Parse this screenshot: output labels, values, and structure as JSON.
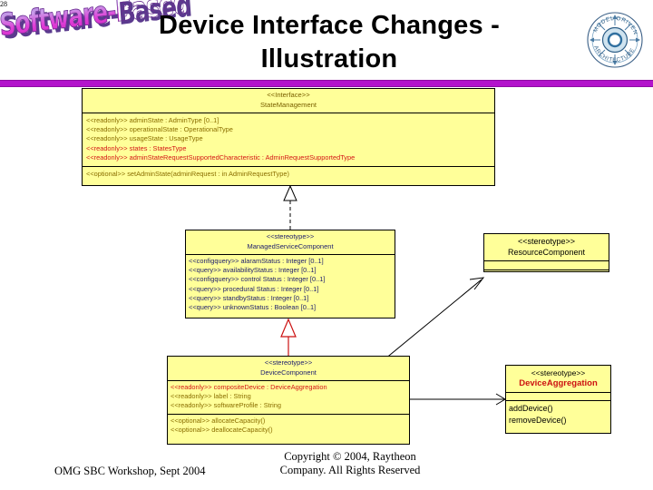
{
  "slide": {
    "title": "Device Interface Changes - Illustration",
    "title_line1": "Device Interface Changes -",
    "title_line2": "Illustration",
    "wordart_label": "Software-Based",
    "divider_color": "#b313cc",
    "page_number": "28"
  },
  "logo": {
    "name": "mda-logo",
    "top_text": "MODEL DRIVEN",
    "bottom_text": "ARCHITECTURE"
  },
  "boxes": {
    "state_management": {
      "stereotype": "<<Interface>>",
      "name": "StateManagement",
      "attributes": [
        {
          "text": "<<readonly>> adminState : AdminType [0..1]",
          "color": "olive"
        },
        {
          "text": "<<readonly>> operationalState : OperationalType",
          "color": "olive"
        },
        {
          "text": "<<readonly>> usageState : UsageType",
          "color": "olive"
        },
        {
          "text": "<<readonly>> states : StatesType",
          "color": "red"
        },
        {
          "text": "<<readonly>> adminStateRequestSupportedCharacteristic : AdminRequestSupportedType",
          "color": "red"
        }
      ],
      "operations": [
        {
          "text": "<<optional>> setAdminState(adminRequest : in AdminRequestType)",
          "color": "olive"
        }
      ]
    },
    "managed_service_component": {
      "stereotype": "<<stereotype>>",
      "name": "ManagedServiceComponent",
      "attributes": [
        {
          "text": "<<configquery>> alaramStatus : Integer [0..1]",
          "color": "navy"
        },
        {
          "text": "<<query>> availabilityStatus : Integer [0..1]",
          "color": "navy"
        },
        {
          "text": "<<configquery>> control Status : Integer [0..1]",
          "color": "navy"
        },
        {
          "text": "<<query>> procedural Status : Integer [0..1]",
          "color": "navy"
        },
        {
          "text": "<<query>> standbyStatus : Integer [0..1]",
          "color": "navy"
        },
        {
          "text": "<<query>> unknownStatus : Boolean [0..1]",
          "color": "navy"
        }
      ],
      "operations": []
    },
    "resource_component": {
      "stereotype": "<<stereotype>>",
      "name": "ResourceComponent",
      "attributes": [],
      "operations": []
    },
    "device_component": {
      "stereotype": "<<stereotype>>",
      "name": "DeviceComponent",
      "attributes": [
        {
          "text": "<<readonly>> compositeDevice : DeviceAggregation",
          "color": "red"
        },
        {
          "text": "<<readonly>> label : String",
          "color": "olive"
        },
        {
          "text": "<<readonly>> softwareProfile : String",
          "color": "olive"
        }
      ],
      "operations": [
        {
          "text": "<<optional>> allocateCapacity()",
          "color": "olive"
        },
        {
          "text": "<<optional>> deallocateCapacity()",
          "color": "olive"
        }
      ]
    },
    "device_aggregation": {
      "stereotype": "<<stereotype>>",
      "name": "DeviceAggregation",
      "attributes": [],
      "operations": [
        {
          "text": "addDevice()",
          "color": "blk"
        },
        {
          "text": "removeDevice()",
          "color": "blk"
        }
      ]
    }
  },
  "connectors": [
    {
      "name": "realization-managed-service-to-state-management",
      "type": "realization-dashed-hollow-triangle"
    },
    {
      "name": "generalization-device-to-managed-service",
      "type": "generalization-hollow-triangle",
      "color": "#cc1111"
    },
    {
      "name": "dependency-device-to-resource-component",
      "type": "open-arrow"
    },
    {
      "name": "association-device-to-device-aggregation",
      "type": "open-arrow"
    }
  ],
  "footer": {
    "left": "OMG SBC Workshop, Sept 2004",
    "center_line1": "Copyright © 2004, Raytheon",
    "center_line2": "Company. All Rights Reserved"
  }
}
